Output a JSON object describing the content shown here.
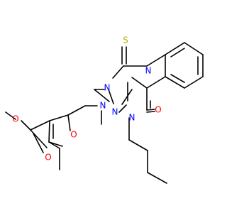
{
  "diagram": {
    "type": "chemical-structure",
    "atom_labels": {
      "s_top": "S",
      "n_ring_top": "N",
      "n_triazole": "N",
      "n_triazole_left": "N",
      "n_amide": "N",
      "n_methylamine": "N",
      "o_carbonyl_right": "O",
      "o_furan": "O",
      "o_ester_dbl": "O",
      "o_ester": "O"
    },
    "colors": {
      "bond": "#000000",
      "nitrogen": "#0000ff",
      "oxygen": "#ff0000",
      "sulfur": "#b3b300"
    }
  }
}
